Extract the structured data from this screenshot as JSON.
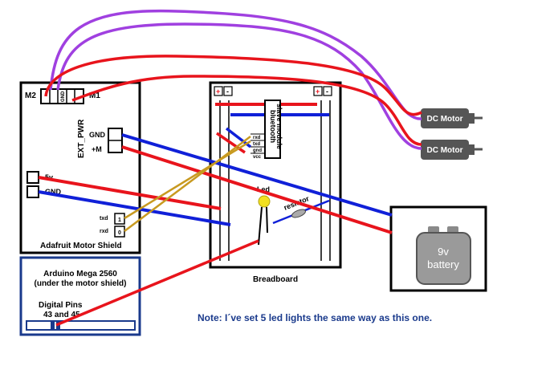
{
  "shield": {
    "m2": "M2",
    "m1": "M1",
    "gnd_pin": "GND",
    "ext_pwr": "EXT_PWR",
    "gnd": "GND",
    "plus_m": "+M",
    "v5": "5v",
    "gnd2": "GND",
    "txd": "txd",
    "rxd": "rxd",
    "pin1": "1",
    "pin0": "0",
    "title": "Adafruit Motor Shield"
  },
  "mega": {
    "title": "Arduino Mega 2560",
    "subtitle": "(under the motor shield)",
    "pins_label": "Digital Pins",
    "pins_numbers": "43 and 45"
  },
  "breadboard": {
    "label": "Breadboard",
    "plus_left": "+",
    "minus_left": "-",
    "plus_right": "+",
    "minus_right": "-",
    "bt_line1": "bluetooth",
    "bt_line2": "slave module",
    "bt_rxd": "rxd",
    "bt_txd": "txd",
    "bt_gnd": "gnd",
    "bt_vcc": "vcc",
    "led": "Led",
    "resistor": "resistor"
  },
  "motors": [
    {
      "label": "DC Motor"
    },
    {
      "label": "DC Motor"
    }
  ],
  "battery": {
    "line1": "9v",
    "line2": "battery"
  },
  "note": "Note: I´ve set 5 led lights the same way as this one.",
  "colors": {
    "red": "#e8141c",
    "blue": "#1020d8",
    "purple": "#a040e0",
    "gold": "#c89a20",
    "navy": "#1a3a8c",
    "motor": "#555555",
    "led": "#f2e020",
    "battery": "#9a9a9a"
  }
}
